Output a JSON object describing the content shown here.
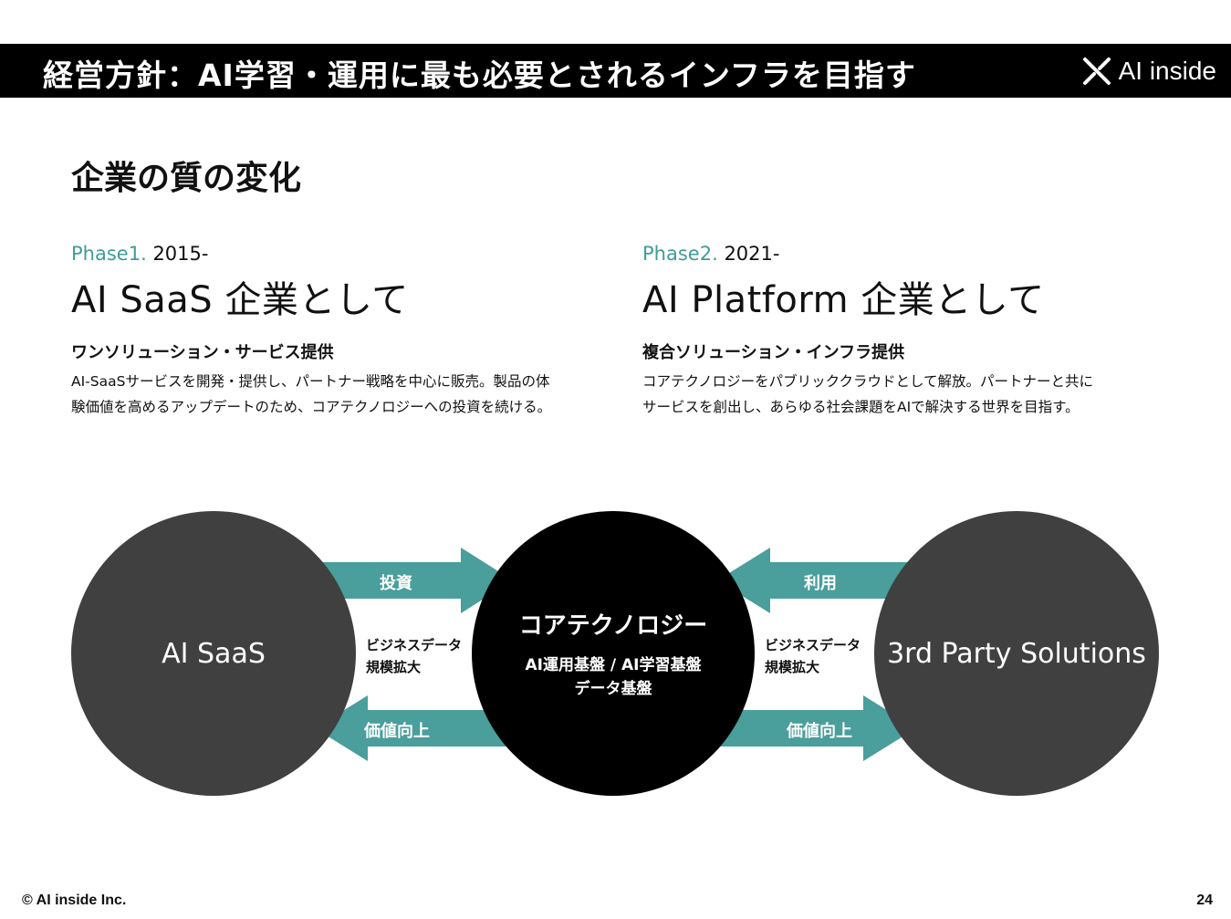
{
  "header": {
    "title": "経営方針：AI学習・運用に最も必要とされるインフラを目指す",
    "logo_text": "AI inside"
  },
  "section_title": "企業の質の変化",
  "phases": [
    {
      "label": "Phase1.",
      "year": "2015-",
      "heading": "AI SaaS 企業として",
      "subheading": "ワンソリューション・サービス提供",
      "body": "AI-SaaSサービスを開発・提供し、パートナー戦略を中心に販売。製品の体\n験価値を高めるアップデートのため、コアテクノロジーへの投資を続ける。"
    },
    {
      "label": "Phase2.",
      "year": "2021-",
      "heading": "AI Platform 企業として",
      "subheading": "複合ソリューション・インフラ提供",
      "body": "コアテクノロジーをパブリッククラウドとして解放。パートナーと共に\nサービスを創出し、あらゆる社会課題をAIで解決する世界を目指す。"
    }
  ],
  "diagram": {
    "left_circle": "AI SaaS",
    "center_title": "コアテクノロジー",
    "center_line1": "AI運用基盤 / AI学習基盤",
    "center_line2": "データ基盤",
    "right_circle": "3rd Party Solutions",
    "arrow_invest": "投資",
    "arrow_value_left": "価値向上",
    "arrow_use": "利用",
    "arrow_value_right": "価値向上",
    "note_left": "ビジネスデータ\n規模拡大",
    "note_right": "ビジネスデータ\n規模拡大",
    "arrow_color": "#4a9e9b",
    "accent_color": "#3f9c98"
  },
  "footer": {
    "copyright": "© AI inside Inc.",
    "page_number": "24"
  }
}
